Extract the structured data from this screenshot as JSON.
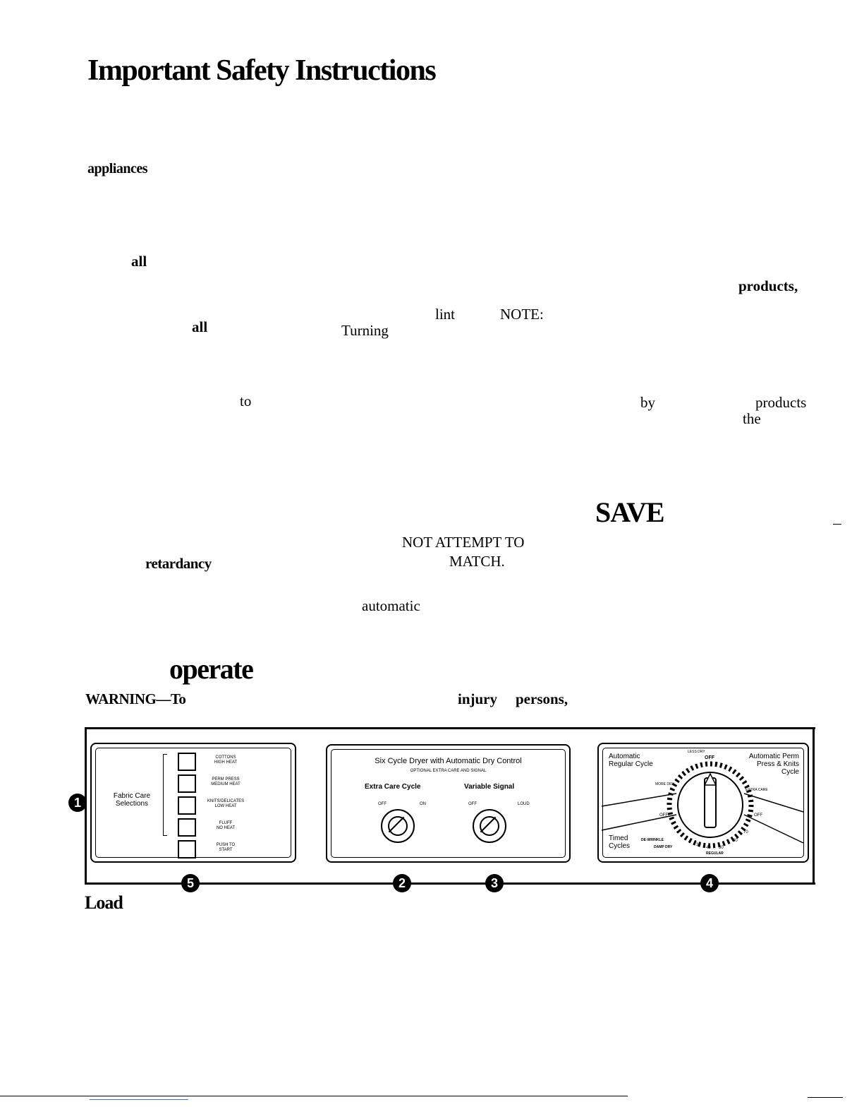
{
  "page": {
    "title": "Important Safety Instructions",
    "fragments": {
      "appliances": "appliances",
      "all_1": "all",
      "products_comma": "products,",
      "lint": "lint",
      "note": "NOTE:",
      "all_2": "all",
      "turning": "Turning",
      "to": "to",
      "by": "by",
      "products": "products",
      "the": "the",
      "save": "SAVE",
      "not_attempt": "NOT ATTEMPT TO",
      "retardancy": "retardancy",
      "match": "MATCH.",
      "automatic": "automatic",
      "operate": "operate",
      "warning": "WARNING—To",
      "injury": "injury",
      "persons": "persons,",
      "load": "Load"
    }
  },
  "control_panel": {
    "callouts": {
      "c1": "1",
      "c2": "2",
      "c3": "3",
      "c4": "4",
      "c5": "5"
    },
    "fabric_care": {
      "label": "Fabric Care Selections",
      "options": [
        {
          "line1": "COTTONS",
          "line2": "HIGH HEAT"
        },
        {
          "line1": "PERM PRESS",
          "line2": "MEDIUM HEAT"
        },
        {
          "line1": "KNITS/DELICATES",
          "line2": "LOW HEAT"
        },
        {
          "line1": "FLUFF",
          "line2": "NO HEAT"
        },
        {
          "line1": "PUSH TO",
          "line2": "START"
        }
      ]
    },
    "center": {
      "title": "Six Cycle Dryer with Automatic Dry Control",
      "subtitle": "OPTIONAL EXTRA CARE AND SIGNAL",
      "extra_care": {
        "label": "Extra Care Cycle",
        "off": "OFF",
        "on": "ON"
      },
      "signal": {
        "label": "Variable Signal",
        "off": "OFF",
        "loud": "LOUD"
      }
    },
    "timer": {
      "auto_regular": "Automatic Regular Cycle",
      "auto_perm": "Automatic Perm Press & Knits Cycle",
      "timed": "Timed Cycles",
      "less_dry": "LESS DRY",
      "more_dry": "MORE DRY",
      "off": "OFF",
      "extra_care": "EXTRA CARE",
      "de_wrinkle": "DE-WRINKLE",
      "damp_dry": "DAMP DRY",
      "regular": "REGULAR",
      "ticks": [
        "30",
        "40",
        "50",
        "60",
        "70"
      ]
    }
  }
}
